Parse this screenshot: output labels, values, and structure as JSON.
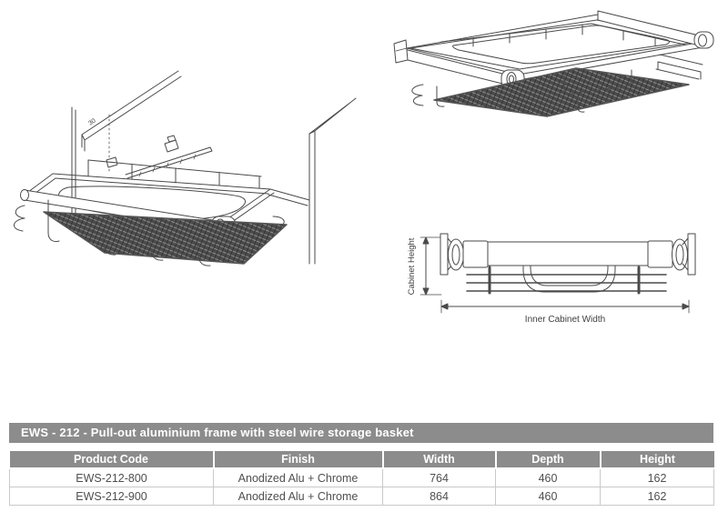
{
  "product_bar": {
    "title": "EWS - 212 - Pull-out aluminium frame with steel wire storage basket",
    "bg": "#8c8c8c"
  },
  "spec_table": {
    "columns": [
      "Product Code",
      "Finish",
      "Width",
      "Depth",
      "Height"
    ],
    "rows": [
      [
        "EWS-212-800",
        "Anodized Alu + Chrome",
        "764",
        "460",
        "162"
      ],
      [
        "EWS-212-900",
        "Anodized Alu + Chrome",
        "864",
        "460",
        "162"
      ]
    ]
  },
  "drawings": {
    "iso_installed": {
      "offset_label": "30"
    },
    "front_view": {
      "height_label": "Cabinet Height",
      "width_label": "Inner Cabinet Width"
    }
  },
  "colors": {
    "bar_bg": "#8c8c8c",
    "table_border": "#c9c9c9",
    "body_text": "#4f4f4f",
    "line_art": "#4a4a4a",
    "mesh_fill": "#4c4c4c"
  }
}
